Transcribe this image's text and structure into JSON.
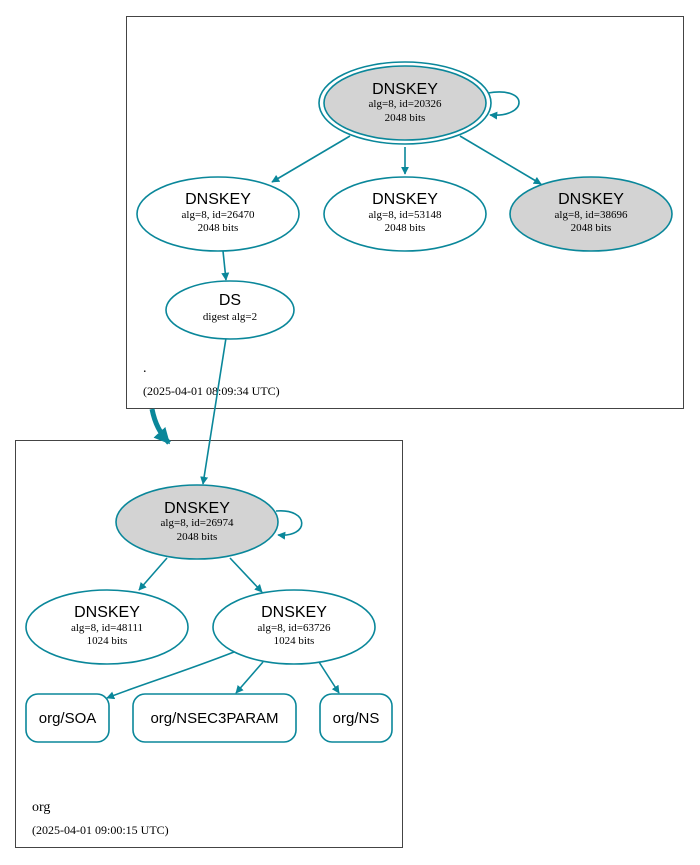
{
  "colors": {
    "edge": "#0a879a",
    "cluster_border": "#444444",
    "fill_ksk": "#d3d3d3",
    "fill_plain": "#ffffff",
    "text": "#000000"
  },
  "zones": [
    {
      "id": "root",
      "name": ".",
      "timestamp": "(2025-04-01 08:09:34 UTC)"
    },
    {
      "id": "org",
      "name": "org",
      "timestamp": "(2025-04-01 09:00:15 UTC)"
    }
  ],
  "nodes": [
    {
      "id": "root-ksk-20326",
      "zone": "root",
      "type": "DNSKEY",
      "line1": "alg=8, id=20326",
      "line2": "2048 bits",
      "ksk": true,
      "double_border": true
    },
    {
      "id": "root-zsk-26470",
      "zone": "root",
      "type": "DNSKEY",
      "line1": "alg=8, id=26470",
      "line2": "2048 bits",
      "ksk": false
    },
    {
      "id": "root-zsk-53148",
      "zone": "root",
      "type": "DNSKEY",
      "line1": "alg=8, id=53148",
      "line2": "2048 bits",
      "ksk": false
    },
    {
      "id": "root-ksk-38696",
      "zone": "root",
      "type": "DNSKEY",
      "line1": "alg=8, id=38696",
      "line2": "2048 bits",
      "ksk": true
    },
    {
      "id": "org-ds",
      "zone": "root",
      "type": "DS",
      "line1": "digest alg=2",
      "line2": "",
      "ksk": false
    },
    {
      "id": "org-ksk-26974",
      "zone": "org",
      "type": "DNSKEY",
      "line1": "alg=8, id=26974",
      "line2": "2048 bits",
      "ksk": true
    },
    {
      "id": "org-zsk-48111",
      "zone": "org",
      "type": "DNSKEY",
      "line1": "alg=8, id=48111",
      "line2": "1024 bits",
      "ksk": false
    },
    {
      "id": "org-zsk-63726",
      "zone": "org",
      "type": "DNSKEY",
      "line1": "alg=8, id=63726",
      "line2": "1024 bits",
      "ksk": false
    }
  ],
  "rrsets": [
    {
      "id": "rr-soa",
      "label": "org/SOA"
    },
    {
      "id": "rr-nsec3param",
      "label": "org/NSEC3PARAM"
    },
    {
      "id": "rr-ns",
      "label": "org/NS"
    }
  ],
  "edges": [
    {
      "from": "root-ksk-20326",
      "to": "root-ksk-20326",
      "kind": "self"
    },
    {
      "from": "root-ksk-20326",
      "to": "root-zsk-26470"
    },
    {
      "from": "root-ksk-20326",
      "to": "root-zsk-53148"
    },
    {
      "from": "root-ksk-20326",
      "to": "root-ksk-38696"
    },
    {
      "from": "root-zsk-26470",
      "to": "org-ds"
    },
    {
      "from": "org-ds",
      "to": "org-ksk-26974"
    },
    {
      "from": "root",
      "to": "org",
      "kind": "delegation"
    },
    {
      "from": "org-ksk-26974",
      "to": "org-ksk-26974",
      "kind": "self"
    },
    {
      "from": "org-ksk-26974",
      "to": "org-zsk-48111"
    },
    {
      "from": "org-ksk-26974",
      "to": "org-zsk-63726"
    },
    {
      "from": "org-zsk-63726",
      "to": "rr-soa"
    },
    {
      "from": "org-zsk-63726",
      "to": "rr-nsec3param"
    },
    {
      "from": "org-zsk-63726",
      "to": "rr-ns"
    }
  ]
}
